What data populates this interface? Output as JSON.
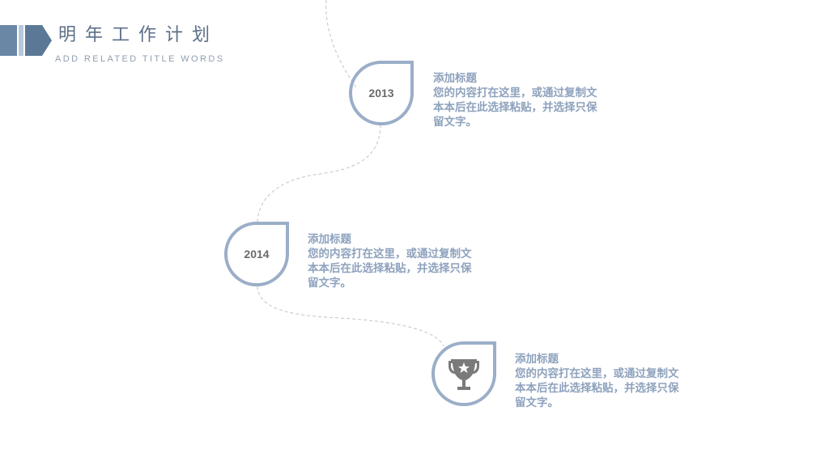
{
  "header": {
    "title": "明年工作计划",
    "subtitle": "ADD RELATED TITLE WORDS"
  },
  "items": [
    {
      "year": "2013",
      "title": "添加标题",
      "desc": "您的内容打在这里，或通过复制文本本后在此选择粘贴，并选择只保留文字。"
    },
    {
      "year": "2014",
      "title": "添加标题",
      "desc": "您的内容打在这里，或通过复制文本本后在此选择粘贴，并选择只保留文字。"
    },
    {
      "title": "添加标题",
      "desc": "您的内容打在这里，或通过复制文本本后在此选择粘贴，并选择只保留文字。",
      "icon": "trophy-icon"
    }
  ],
  "colors": {
    "accent": "#8ea2bd",
    "ring": "#9aaec8",
    "header_dark": "#5b7897",
    "title_text": "#5b6f87"
  }
}
